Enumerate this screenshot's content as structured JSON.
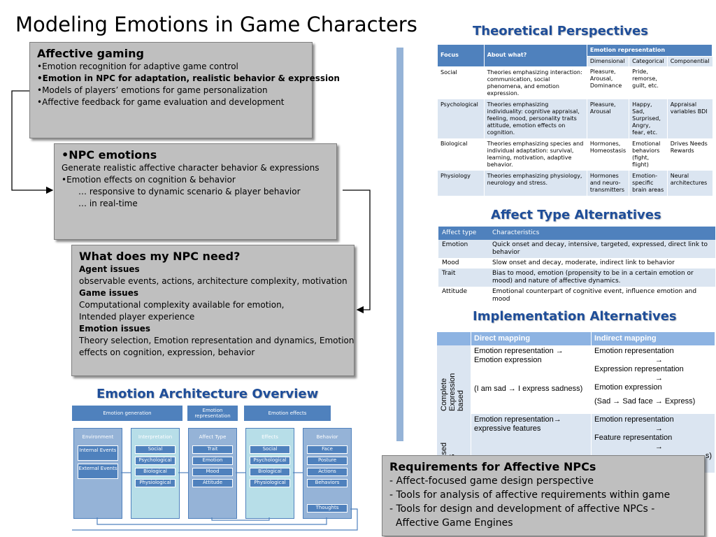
{
  "title": "Modeling Emotions in Game Characters",
  "affective_gaming": {
    "heading": "Affective gaming",
    "items": [
      "•Emotion recognition for adaptive game control",
      "•Emotion in NPC for adaptation, realistic behavior & expression",
      "•Models of players’ emotions for game personalization",
      "•Affective feedback for game evaluation and development"
    ]
  },
  "npc_emotions": {
    "heading": "•NPC emotions",
    "line1": "Generate realistic affective character behavior & expressions",
    "line2": "•Emotion effects on cognition & behavior",
    "line3": "… responsive to dynamic  scenario & player behavior",
    "line4": "… in real-time"
  },
  "npc_need": {
    "heading": "What does my NPC need?",
    "agent_label": "Agent issues",
    "agent_text": "observable events, actions, architecture complexity, motivation",
    "game_label": "Game issues",
    "game_text1": "Computational complexity available for emotion,",
    "game_text2": "Intended player experience",
    "emotion_label": "Emotion issues",
    "emotion_text1": "Theory selection, Emotion representation and dynamics, Emotion",
    "emotion_text2": "effects on cognition, expression, behavior"
  },
  "arch_title": "Emotion Architecture Overview",
  "arch": {
    "emotion_generation": "Emotion generation",
    "emotion_representation": "Emotion representation",
    "emotion_effects": "Emotion effects",
    "environment": "Environment",
    "internal_events": "Internal Events",
    "external_events": "External Events",
    "interpretation": "Interpretation",
    "affect_type": "Affect Type",
    "effects": "Effects",
    "behavior": "Behavior",
    "interp_items": [
      "Social",
      "Psychological",
      "Biological",
      "Physiological"
    ],
    "affect_items": [
      "Trait",
      "Emotion",
      "Mood",
      "Attitude"
    ],
    "effect_items": [
      "Social",
      "Psychological",
      "Biological",
      "Physiological"
    ],
    "behavior_items": [
      "Face",
      "Posture",
      "Actions",
      "Behaviors"
    ],
    "thoughts": "Thoughts"
  },
  "theoretical": {
    "title": "Theoretical Perspectives",
    "headers": [
      "Focus",
      "About what?",
      "Emotion representation"
    ],
    "subheaders": [
      "Dimensional",
      "Categorical",
      "Componential"
    ],
    "rows": [
      [
        "Social",
        "Theories emphasizing interaction: communication, social phenomena, and emotion expression.",
        "Pleasure, Arousal, Dominance",
        "Pride, remorse, guilt, etc.",
        ""
      ],
      [
        "Psychological",
        "Theories emphasizing individuality: cognitive appraisal, feeling, mood, personality traits attitude, emotion effects on cognition.",
        "Pleasure, Arousal",
        "Happy, Sad, Surprised, Angry, fear, etc.",
        "Appraisal variables BDI"
      ],
      [
        "Biological",
        "Theories emphasizing species and individual adaptation: survival, learning, motivation, adaptive behavior.",
        "Hormones, Homeostasis",
        "Emotional behaviors (fight, flight)",
        "Drives Needs Rewards"
      ],
      [
        "Physiology",
        "Theories emphasizing physiology, neurology and stress.",
        "Hormones and neuro-transmitters",
        "Emotion-specific brain areas",
        "Neural architectures"
      ]
    ]
  },
  "affect_type": {
    "title": "Affect Type Alternatives",
    "headers": [
      "Affect type",
      "Characteristics"
    ],
    "rows": [
      [
        "Emotion",
        "Quick onset and decay, intensive, targeted, expressed, direct link to behavior"
      ],
      [
        "Mood",
        "Slow onset and decay, moderate, indirect link to behavior"
      ],
      [
        "Trait",
        "Bias to mood, emotion (propensity to be in a certain emotion or mood) and nature of affective dynamics."
      ],
      [
        "Attitude",
        "Emotional counterpart of cognitive event, influence emotion and mood"
      ]
    ]
  },
  "implementation": {
    "title": "Implementation Alternatives",
    "headers": [
      "",
      "Direct mapping",
      "Indirect mapping"
    ],
    "row1_label": "Complete\nExpression\nbased",
    "row1_direct1": "Emotion representation → Emotion expression",
    "row1_direct2": "(I am sad → I express sadness)",
    "row1_ind1": "Emotion representation",
    "row1_ind2": "→",
    "row1_ind3": "Expression representation",
    "row1_ind4": "→",
    "row1_ind5": "Emotion expression",
    "row1_ind6": "(Sad → Sad face → Express)",
    "row2_label": "e based\nACS",
    "row2_direct": "Emotion representation→ expressive features",
    "row2_ind1": "Emotion representation",
    "row2_ind2": "→",
    "row2_ind3": "Feature representation",
    "row2_ind4": "→",
    "row2_tail": "s)"
  },
  "requirements": {
    "heading": "Requirements for Affective NPCs",
    "items": [
      "- Affect-focused game design perspective",
      "- Tools for analysis of affective requirements within game",
      "- Tools for design and development of affective NPCs -",
      "  Affective Game Engines"
    ]
  }
}
